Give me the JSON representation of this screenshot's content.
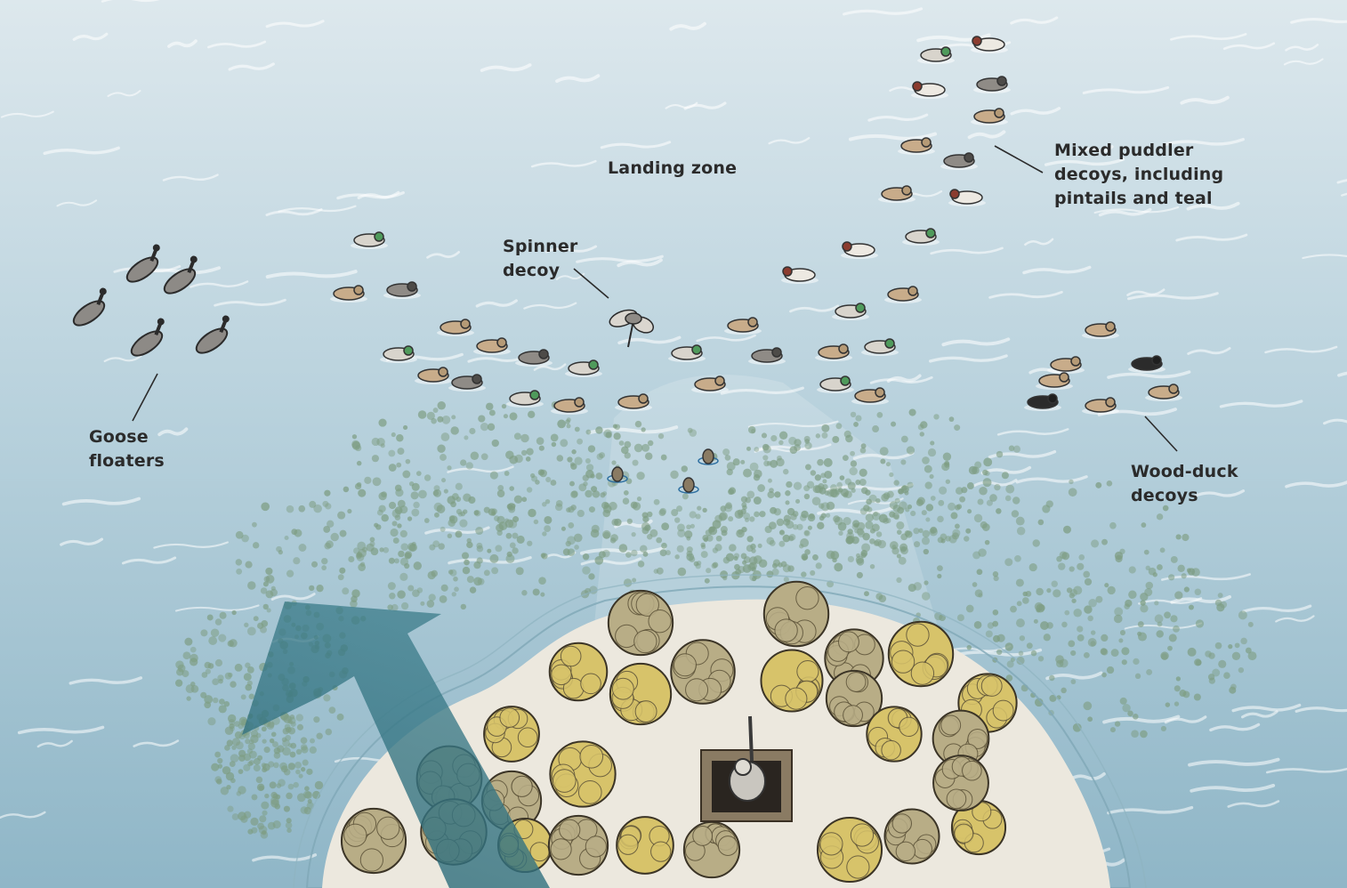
{
  "labels": {
    "landing_zone": "Landing zone",
    "spinner": [
      "Spinner",
      "decoy"
    ],
    "mixed": [
      "Mixed puddler",
      "decoys, including",
      "pintails and teal"
    ],
    "goose": [
      "Goose",
      "floaters"
    ],
    "wood_duck": [
      "Wood-duck",
      "decoys"
    ]
  },
  "colors": {
    "water_light": "#d9e6ec",
    "water_mid": "#a9c9d6",
    "water_deep": "#7fa9bd",
    "arrow": "#2f6b7a",
    "land": "#ede9df",
    "grass_gold": "#d7c36a",
    "grass_olive": "#b8ad86",
    "vegetation": "#7e9d83",
    "label_text": "#2b2b2b"
  },
  "icons": {
    "wind_arrow": "arrow-up-right-icon",
    "goose": "goose-decoy-icon",
    "puddler": "puddler-decoy-icon",
    "pintail": "pintail-decoy-icon",
    "spinner": "spinner-decoy-icon",
    "wood_duck": "wood-duck-decoy-icon",
    "hunter": "hunter-in-blind-icon"
  }
}
